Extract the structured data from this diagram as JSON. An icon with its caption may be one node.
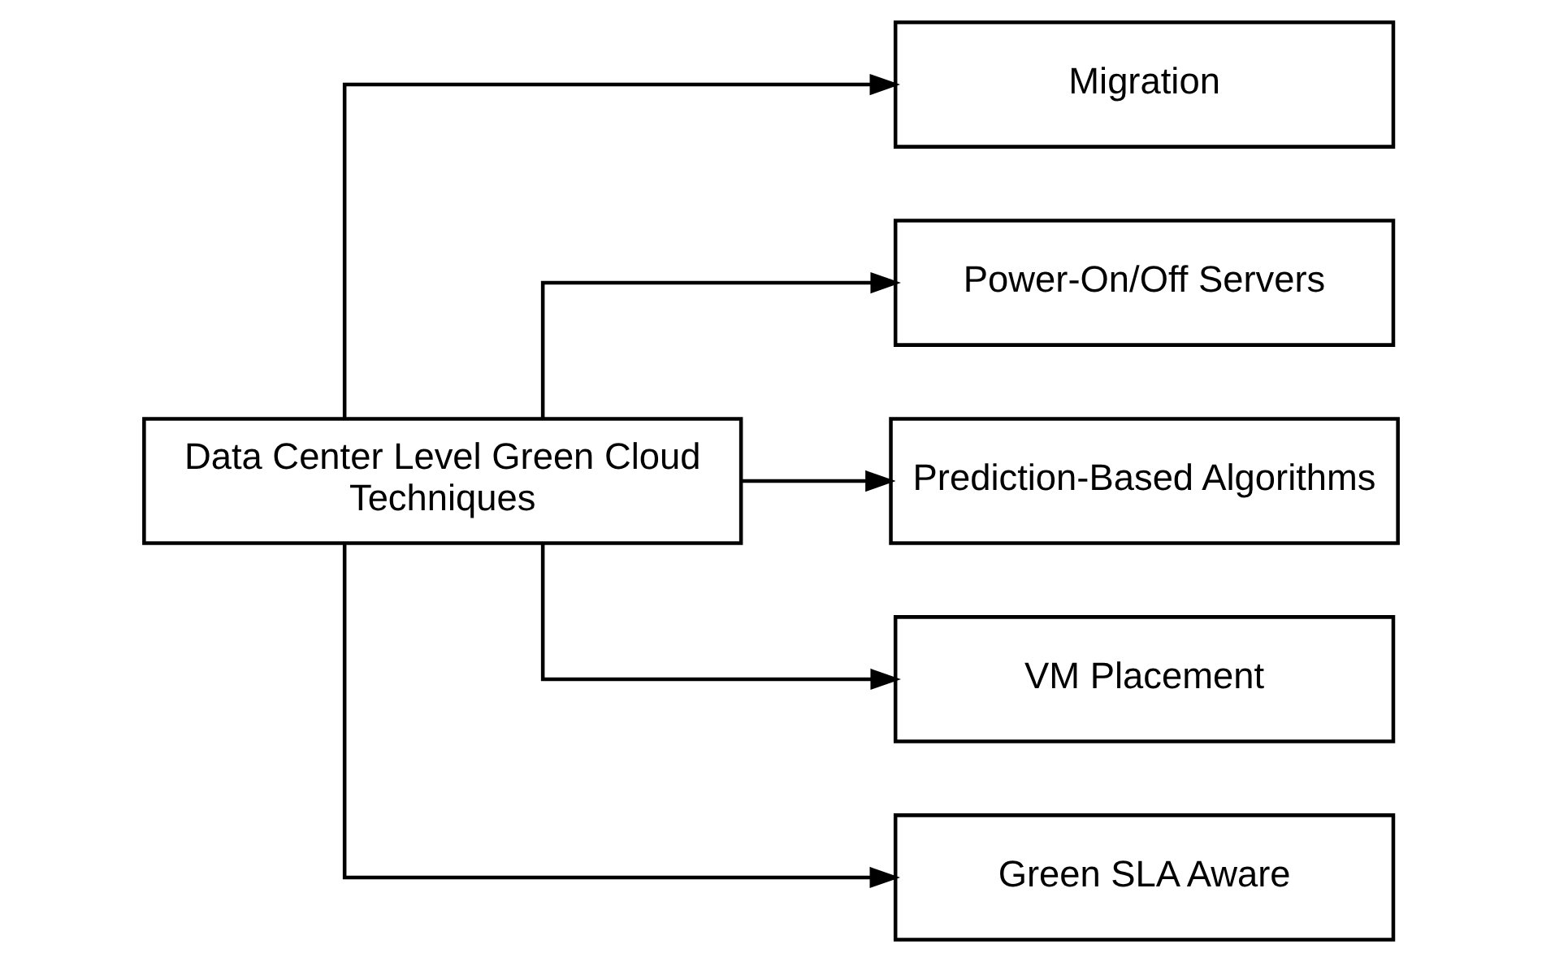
{
  "diagram": {
    "nodes": [
      {
        "text": [
          "Data Center Level Green Cloud Techniques"
        ]
      },
      {
        "text": [
          "Migration"
        ]
      },
      {
        "text": [
          "Power-On/Off Servers"
        ]
      },
      {
        "text": [
          "Prediction-Based Algorithms"
        ]
      },
      {
        "text": [
          "VM Placement"
        ]
      },
      {
        "text": [
          "Green SLA Aware"
        ]
      }
    ],
    "edges": [
      {
        "from": 0,
        "to": 1,
        "arrow": "to"
      },
      {
        "from": 0,
        "to": 2,
        "arrow": "to"
      },
      {
        "from": 0,
        "to": 3,
        "arrow": "to"
      },
      {
        "from": 0,
        "to": 4,
        "arrow": "to"
      },
      {
        "from": 0,
        "to": 5,
        "arrow": "to"
      }
    ]
  }
}
